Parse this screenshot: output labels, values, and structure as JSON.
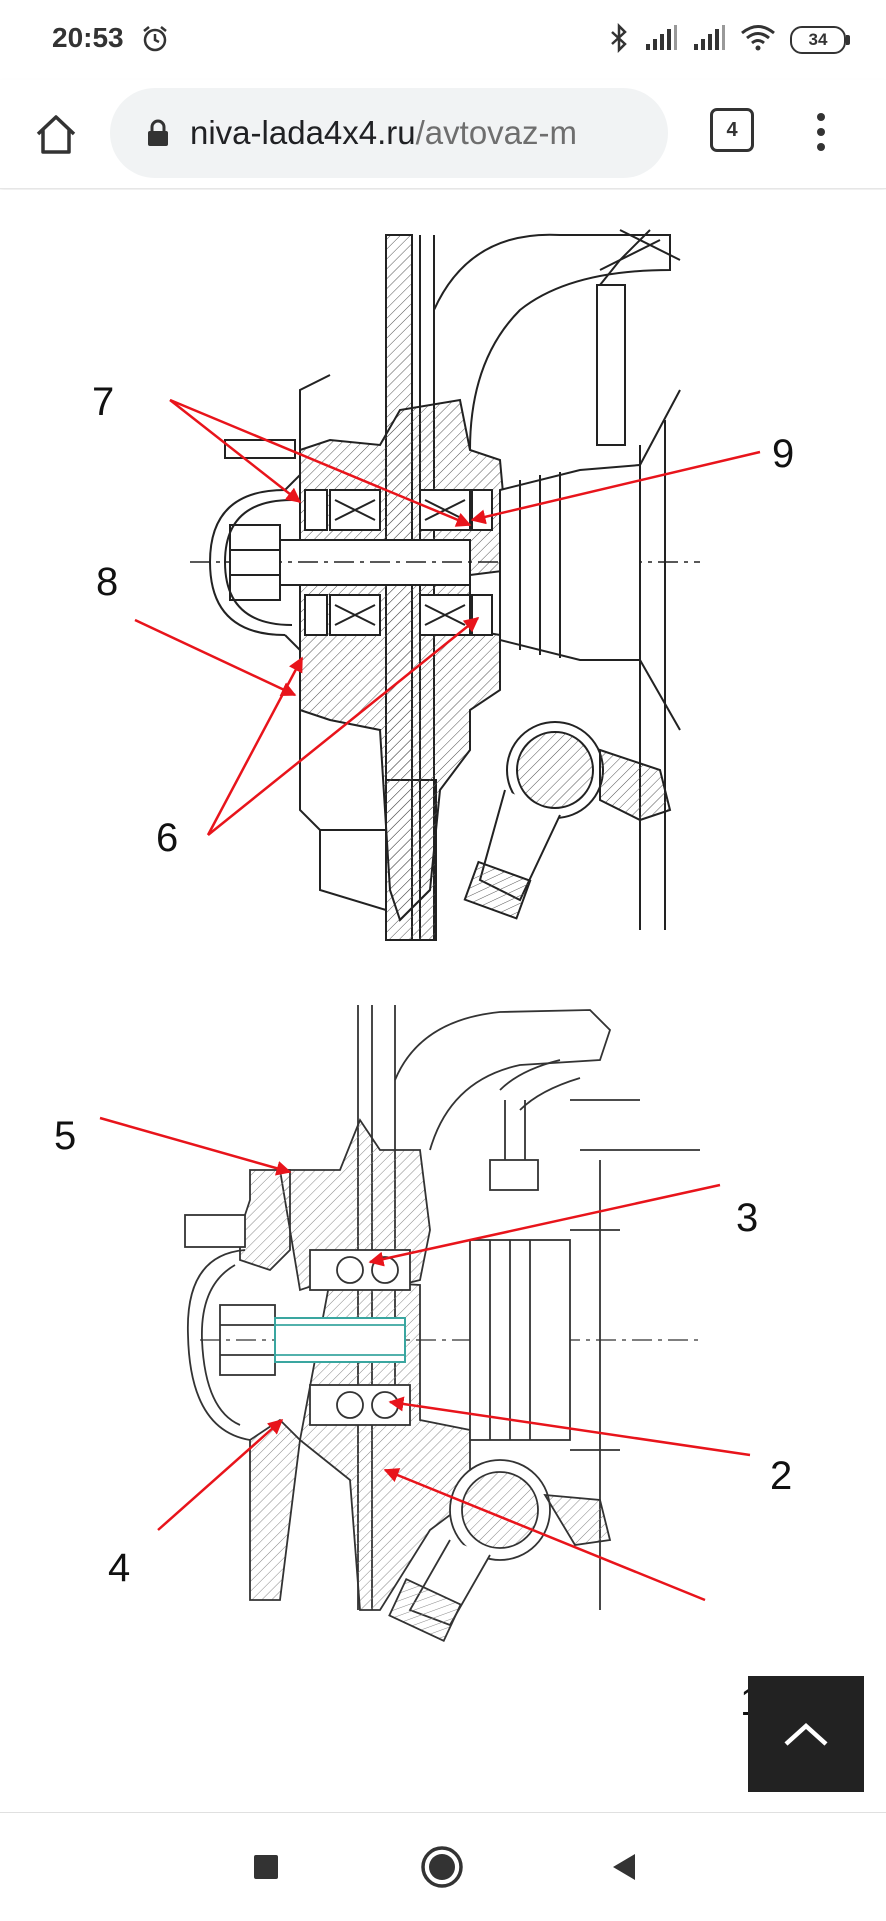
{
  "status_bar": {
    "time": "20:53",
    "battery": "34",
    "icons": [
      "alarm-icon",
      "bluetooth-icon",
      "signal-icon",
      "signal-icon",
      "wifi-icon",
      "battery-icon"
    ]
  },
  "browser": {
    "url_host": "niva-lada4x4.ru",
    "url_path": "/avtovaz-m",
    "tab_count": "4"
  },
  "figure_top": {
    "labels": {
      "l7": "7",
      "l8": "8",
      "l9": "9",
      "l6": "6"
    }
  },
  "figure_bottom": {
    "labels": {
      "l5": "5",
      "l3": "3",
      "l2": "2",
      "l4": "4",
      "l1": "1"
    }
  },
  "colors": {
    "arrow": "#e8141b",
    "line": "#222222",
    "teal": "#3aa6a0",
    "scroll_button": "#222222"
  }
}
